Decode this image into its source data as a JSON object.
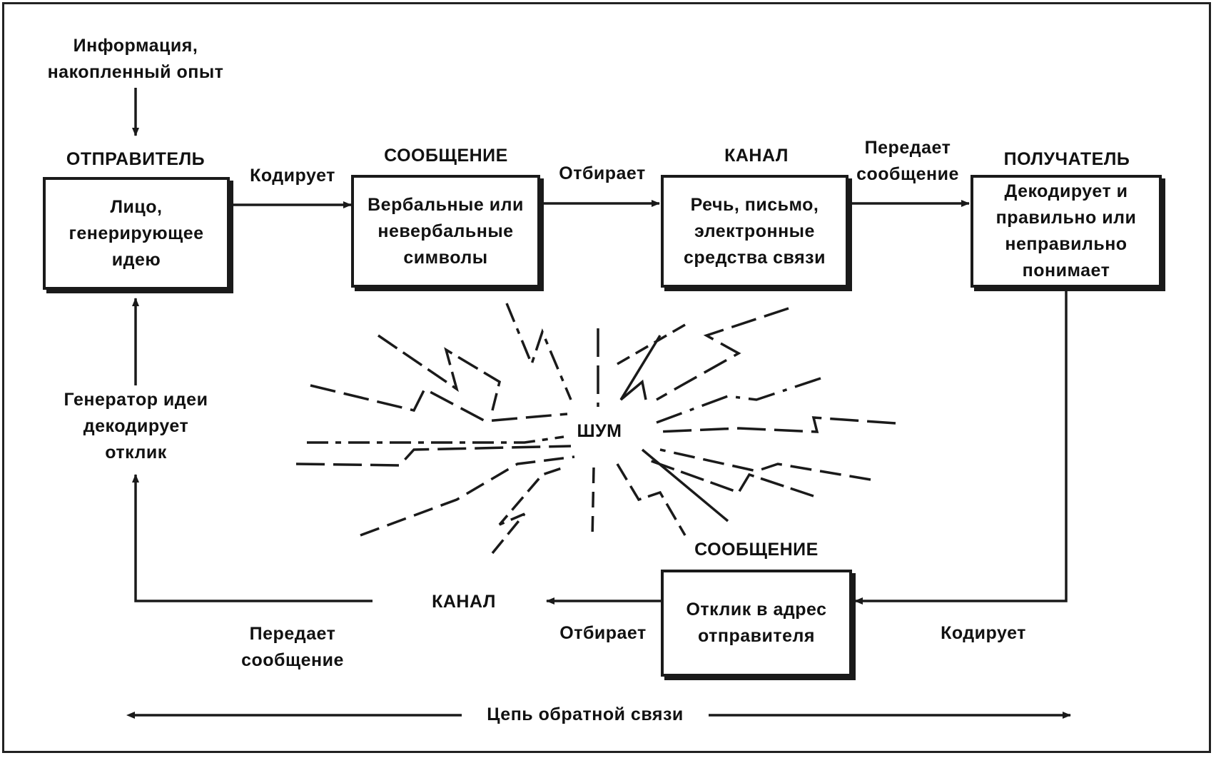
{
  "top_input": "Информация,\nнакопленный опыт",
  "headings": {
    "sender": "ОТПРАВИТЕЛЬ",
    "message": "СООБЩЕНИЕ",
    "channel": "КАНАЛ",
    "receiver": "ПОЛУЧАТЕЛЬ",
    "feedback_message": "СООБЩЕНИЕ",
    "feedback_channel": "КАНАЛ"
  },
  "boxes": {
    "sender": "Лицо,\nгенерирующее\nидею",
    "message": "Вербальные или\nневербальные\nсимволы",
    "channel": "Речь, письмо,\nэлектронные\nсредства связи",
    "receiver": "Декодирует и\nправильно или\nнеправильно\nпонимает",
    "feedback": "Отклик в адрес\nотправителя"
  },
  "arrows": {
    "encodes": "Кодирует",
    "selects": "Отбирает",
    "transmits": "Передает\nсообщение",
    "feedback_encodes": "Кодирует",
    "feedback_selects": "Отбирает",
    "feedback_transmits": "Передает\nсообщение",
    "decodes_response": "Генератор идеи\nдекодирует\nотклик"
  },
  "noise": "ШУМ",
  "feedback_loop": "Цепь обратной связи"
}
